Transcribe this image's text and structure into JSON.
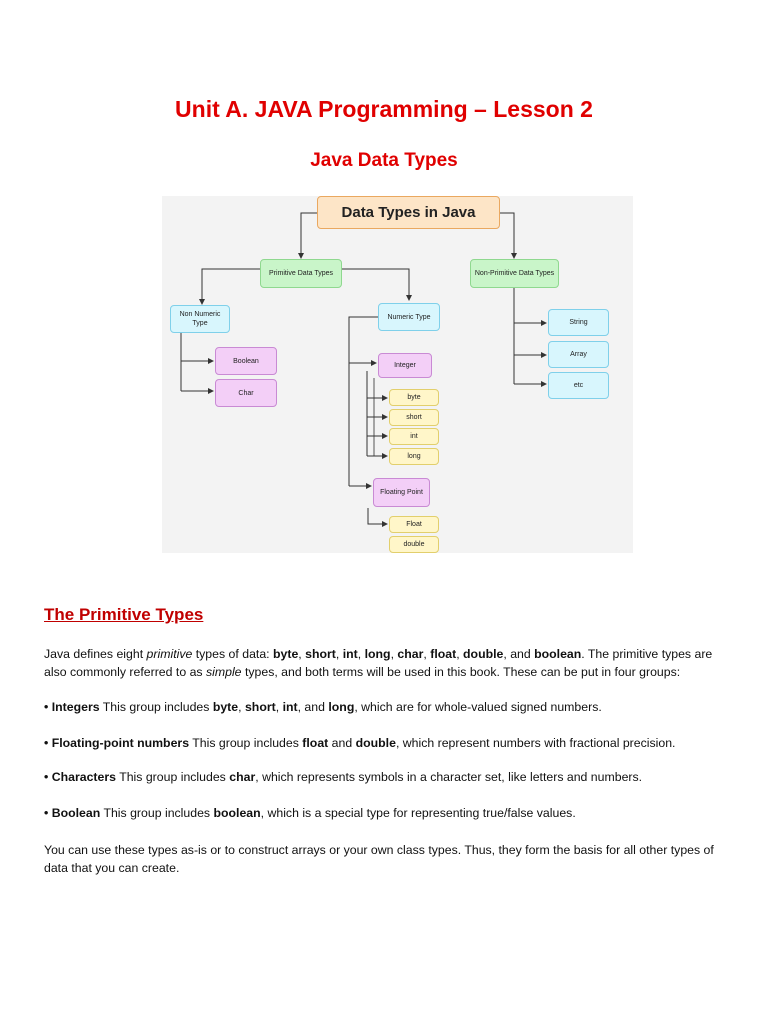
{
  "page": {
    "title": "Unit A. JAVA Programming – Lesson 2",
    "subtitle": "Java Data Types"
  },
  "diagram": {
    "root": "Data Types in Java",
    "primitive": "Primitive Data Types",
    "non_primitive": "Non-Primitive Data Types",
    "non_numeric": "Non Numeric Type",
    "numeric": "Numeric Type",
    "boolean": "Boolean",
    "char": "Char",
    "integer": "Integer",
    "byte": "byte",
    "short": "short",
    "int": "int",
    "long": "long",
    "floating_point": "Floating Point",
    "float": "Float",
    "double": "double",
    "string": "String",
    "array": "Array",
    "etc": "etc",
    "colors": {
      "root_fill": "#fde5c7",
      "green_fill": "#c9f5c9",
      "cyan_fill": "#d8f6fd",
      "purple_fill": "#f3cff7",
      "yellow_fill": "#fff6c9"
    }
  },
  "section": {
    "heading": "The Primitive Types",
    "intro": {
      "s1": "Java defines eight ",
      "s2": "primitive",
      "s3": " types of data: ",
      "b1": "byte",
      "c1": ", ",
      "b2": "short",
      "c2": ", ",
      "b3": "int",
      "c3": ", ",
      "b4": "long",
      "c4": ", ",
      "b5": "char",
      "c5": ", ",
      "b6": "float",
      "c6": ", ",
      "b7": "double",
      "c7": ", and ",
      "b8": "boolean",
      "s4": ". The primitive types are also commonly referred to as ",
      "s5": "simple",
      "s6": " types, and both terms will be used in this book. These can be put in four groups:"
    },
    "bullets": {
      "integers": {
        "dot": "• ",
        "head": "Integers",
        "t1": " This group includes ",
        "b1": "byte",
        "t2": ", ",
        "b2": "short",
        "t3": ", ",
        "b3": "int",
        "t4": ", and ",
        "b4": "long",
        "t5": ", which are for whole-valued signed numbers."
      },
      "floating": {
        "dot": "• ",
        "head": "Floating-point numbers",
        "t1": " This group includes ",
        "b1": "float",
        "t2": " and ",
        "b2": "double",
        "t3": ", which represent numbers with fractional precision."
      },
      "characters": {
        "dot": "• ",
        "head": "Characters",
        "t1": " This group includes ",
        "b1": "char",
        "t2": ", which represents symbols in a character set, like letters and numbers."
      },
      "boolean": {
        "dot": "• ",
        "head": "Boolean",
        "t1": " This group includes ",
        "b1": "boolean",
        "t2": ", which is a special type for representing true/false values."
      }
    },
    "closing": "You can use these types as-is or to construct arrays or your own class types. Thus, they form the basis for all other types of data that you can create."
  }
}
